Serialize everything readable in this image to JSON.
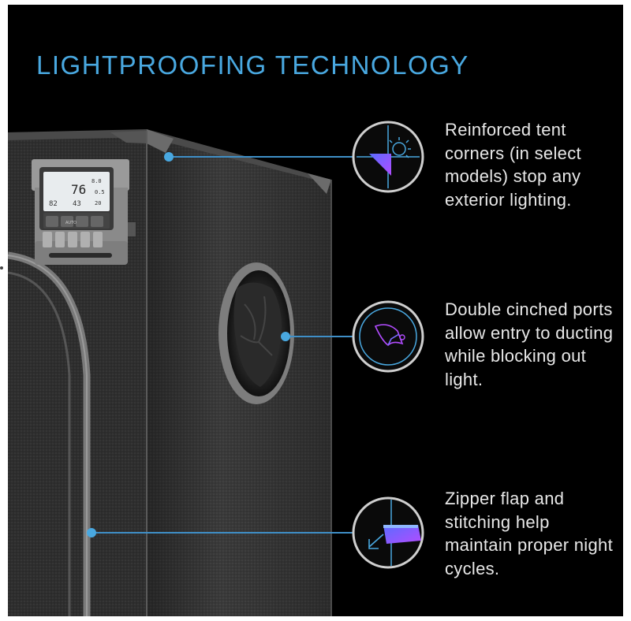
{
  "title": "LIGHTPROOFING TECHNOLOGY",
  "controller": {
    "temperature": "76",
    "row2_left": "82",
    "row2_right": "43",
    "side_top": "8.0",
    "side_mid": "0.5",
    "side_bottom": "20",
    "mode_label": "AUTO"
  },
  "features": [
    {
      "text": "Reinforced tent corners (in select models) stop any exterior lighting.",
      "icon": "sun-corner-icon"
    },
    {
      "text": "Double cinched ports allow entry to ducting while blocking out light.",
      "icon": "cinched-port-icon"
    },
    {
      "text": "Zipper flap and stitching help maintain proper night cycles.",
      "icon": "zipper-flap-icon"
    }
  ],
  "colors": {
    "background": "#000000",
    "accent": "#49a8e0",
    "text": "#e8e8e8",
    "tent": "#3a3a3a",
    "icon_gradient_start": "#5a6cff",
    "icon_gradient_end": "#b24cff"
  }
}
